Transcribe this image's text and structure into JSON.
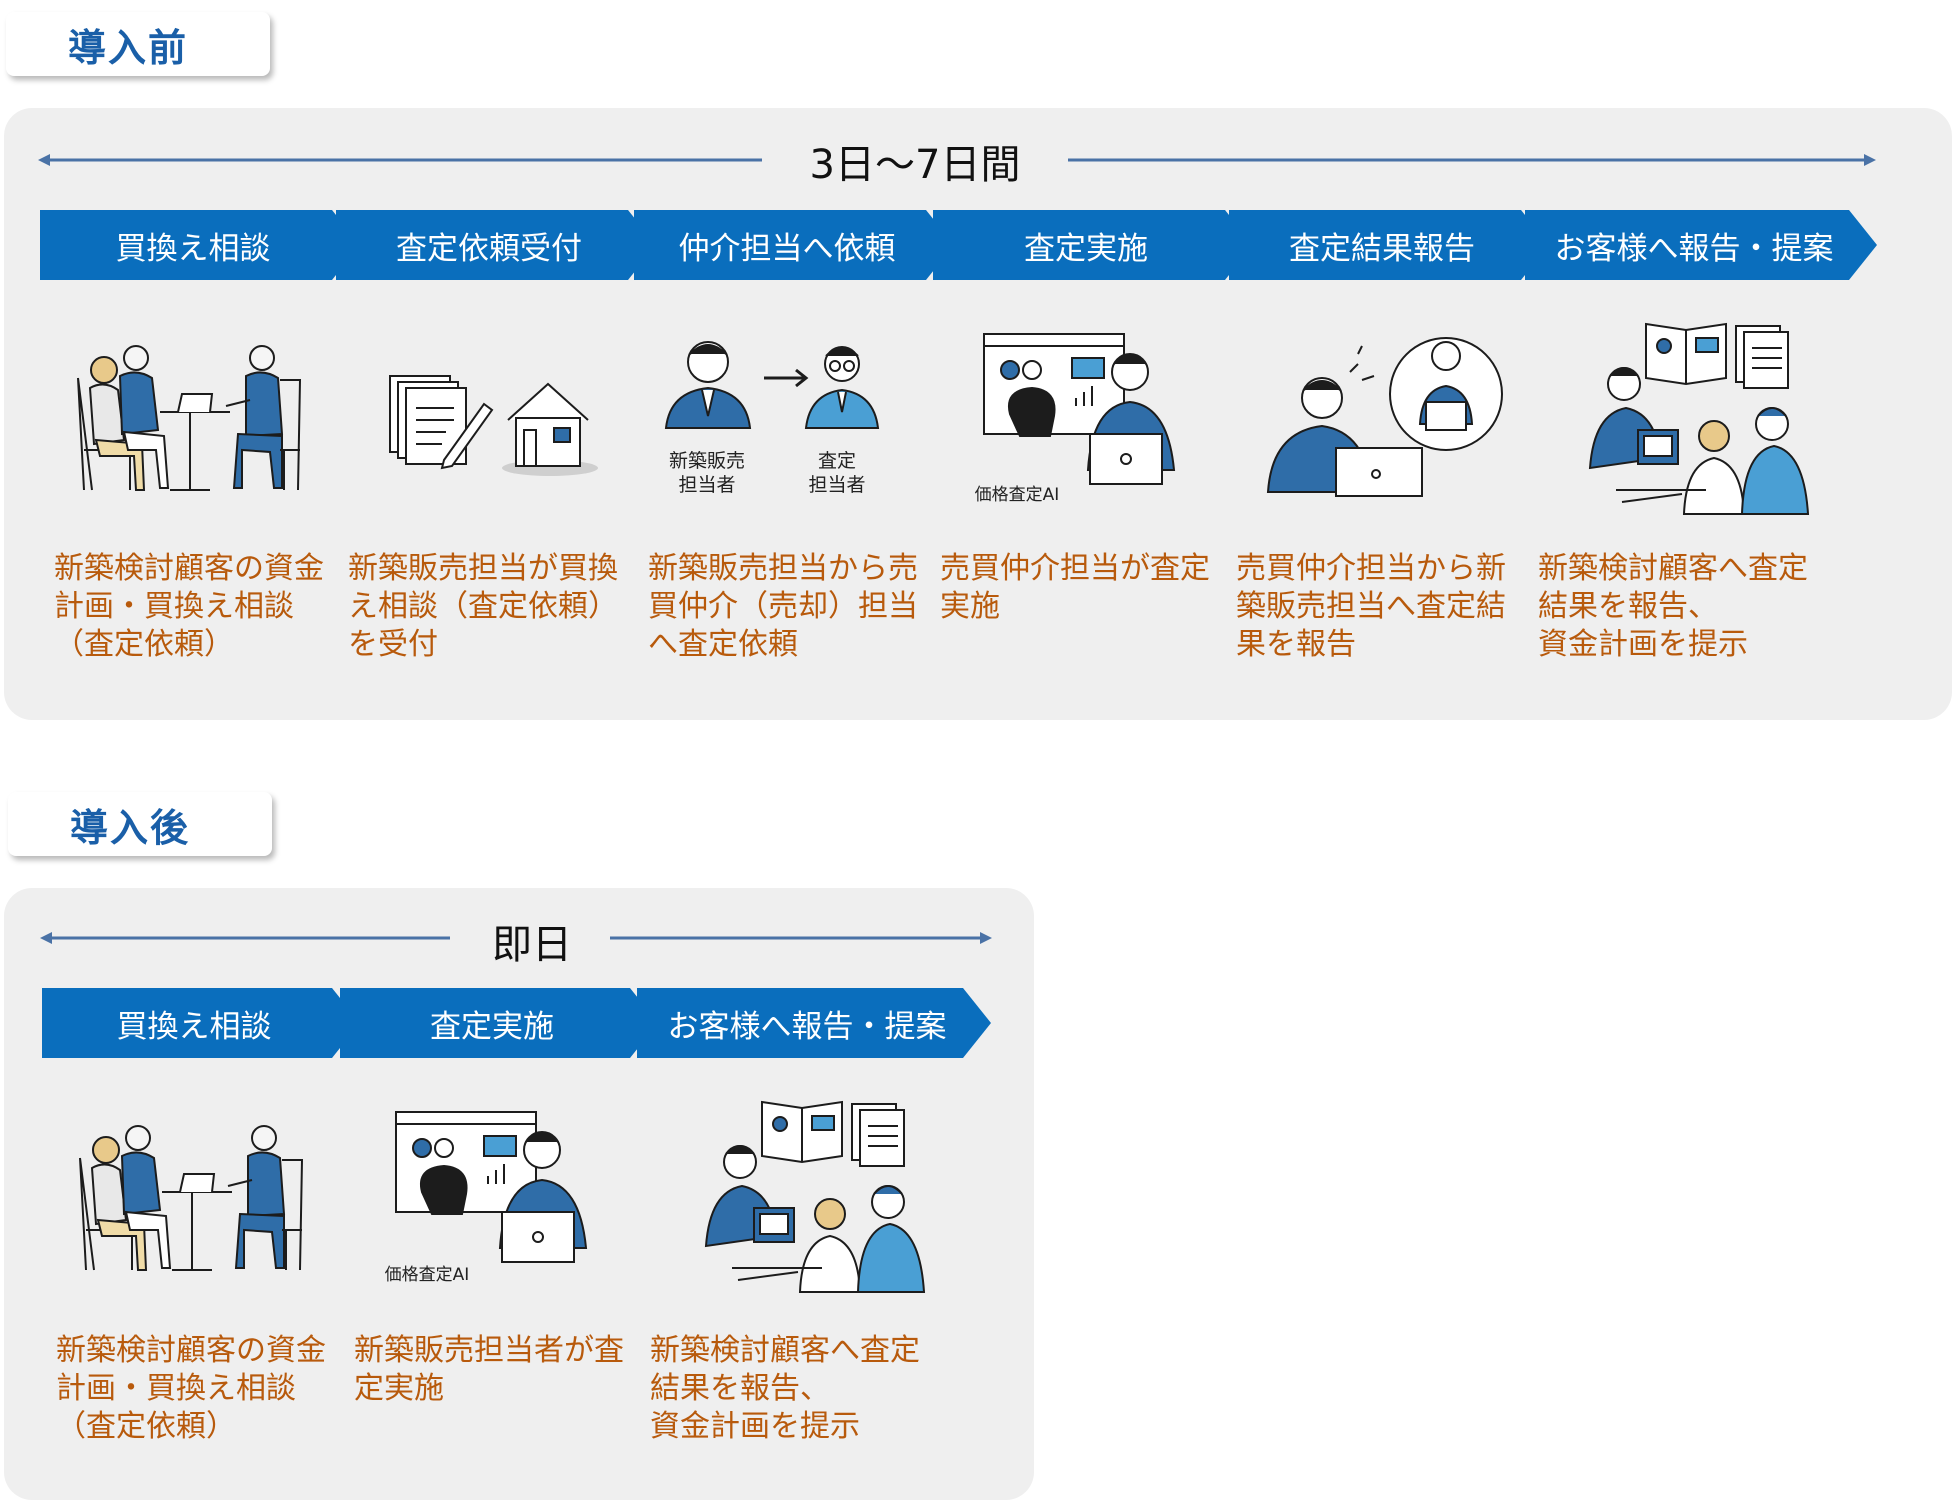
{
  "colors": {
    "step_fill": "#0a6ebd",
    "tag_text": "#1a5fa8",
    "desc_text": "#b85a0c",
    "panel_bg": "#efefef",
    "figure_blue": "#2f6da8"
  },
  "before": {
    "tag": "導入前",
    "duration": "3日～7日間",
    "steps": [
      "買換え相談",
      "査定依頼受付",
      "仲介担当へ依頼",
      "査定実施",
      "査定結果報告",
      "お客様へ報告・提案"
    ],
    "descriptions": [
      "新築検討顧客の資金計画・買換え相談（査定依頼）",
      "新築販売担当が買換え相談（査定依頼）を受付",
      "新築販売担当から売買仲介（売却）担当へ査定依頼",
      "売買仲介担当が査定実施",
      "売買仲介担当から新築販売担当へ査定結果を報告",
      "新築検討顧客へ査定結果を報告、\n資金計画を提示"
    ],
    "icons": [
      "consultation-icon",
      "documents-house-icon",
      "handoff-icon",
      "ai-appraisal-icon",
      "phone-report-icon",
      "proposal-icon"
    ],
    "handoff_from": "新築販売\n担当者",
    "handoff_to": "査定\n担当者",
    "ai_label": "価格査定AI"
  },
  "after": {
    "tag": "導入後",
    "duration": "即日",
    "steps": [
      "買換え相談",
      "査定実施",
      "お客様へ報告・提案"
    ],
    "descriptions": [
      "新築検討顧客の資金計画・買換え相談（査定依頼）",
      "新築販売担当者が査定実施",
      "新築検討顧客へ査定結果を報告、\n資金計画を提示"
    ],
    "icons": [
      "consultation-icon",
      "ai-appraisal-icon",
      "proposal-icon"
    ],
    "ai_label": "価格査定AI"
  }
}
